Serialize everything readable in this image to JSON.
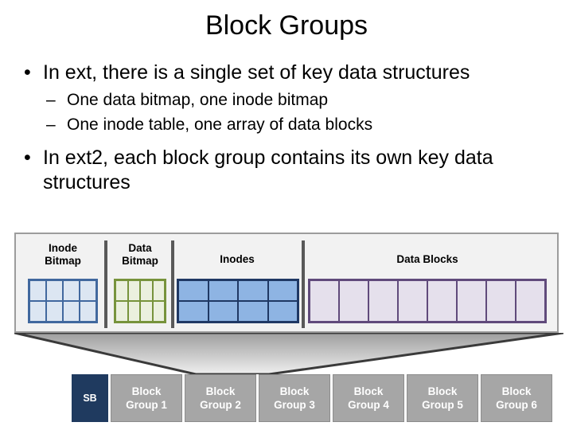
{
  "slide": {
    "title": "Block Groups",
    "bullets": [
      {
        "level": 1,
        "marker": "•",
        "text": "In ext, there is a single set of key data structures"
      },
      {
        "level": 2,
        "marker": "–",
        "text": "One data bitmap, one inode bitmap"
      },
      {
        "level": 2,
        "marker": "–",
        "text": "One inode table, one array of data blocks"
      },
      {
        "level": 1,
        "marker": "•",
        "text": "In ext2, each block group contains its own key data structures"
      }
    ]
  },
  "diagram": {
    "panel": {
      "sections": [
        {
          "name": "inode-bitmap",
          "label_line1": "Inode",
          "label_line2": "Bitmap",
          "columns": 4,
          "rows": 2,
          "fill": "#dce6f2",
          "stroke": "#41689e"
        },
        {
          "name": "data-bitmap",
          "label_line1": "Data",
          "label_line2": "Bitmap",
          "columns": 4,
          "rows": 2,
          "fill": "#ebf0de",
          "stroke": "#77933c"
        },
        {
          "name": "inodes",
          "label_line1": "Inodes",
          "label_line2": "",
          "columns": 4,
          "rows": 2,
          "fill": "#8eb4e3",
          "stroke": "#1f3864"
        },
        {
          "name": "data-blocks",
          "label_line1": "Data Blocks",
          "label_line2": "",
          "columns": 8,
          "rows": 1,
          "fill": "#e5e0ec",
          "stroke": "#604a7b"
        }
      ],
      "background": "#f2f2f2",
      "border": "#9c9c9c",
      "divider_color": "#595959"
    },
    "funnel": {
      "fill_top": "#9e9e9e",
      "fill_bottom": "#efefef",
      "stroke": "#3a3a3a"
    },
    "block_groups": {
      "superblock": {
        "label": "SB",
        "fill": "#1f3a5f",
        "text_color": "#ffffff"
      },
      "fill": "#a6a6a6",
      "text_color": "#ffffff",
      "items": [
        {
          "line1": "Block",
          "line2": "Group 1"
        },
        {
          "line1": "Block",
          "line2": "Group 2"
        },
        {
          "line1": "Block",
          "line2": "Group 3"
        },
        {
          "line1": "Block",
          "line2": "Group 4"
        },
        {
          "line1": "Block",
          "line2": "Group 5"
        },
        {
          "line1": "Block",
          "line2": "Group 6"
        }
      ],
      "highlighted_index": 2
    }
  }
}
